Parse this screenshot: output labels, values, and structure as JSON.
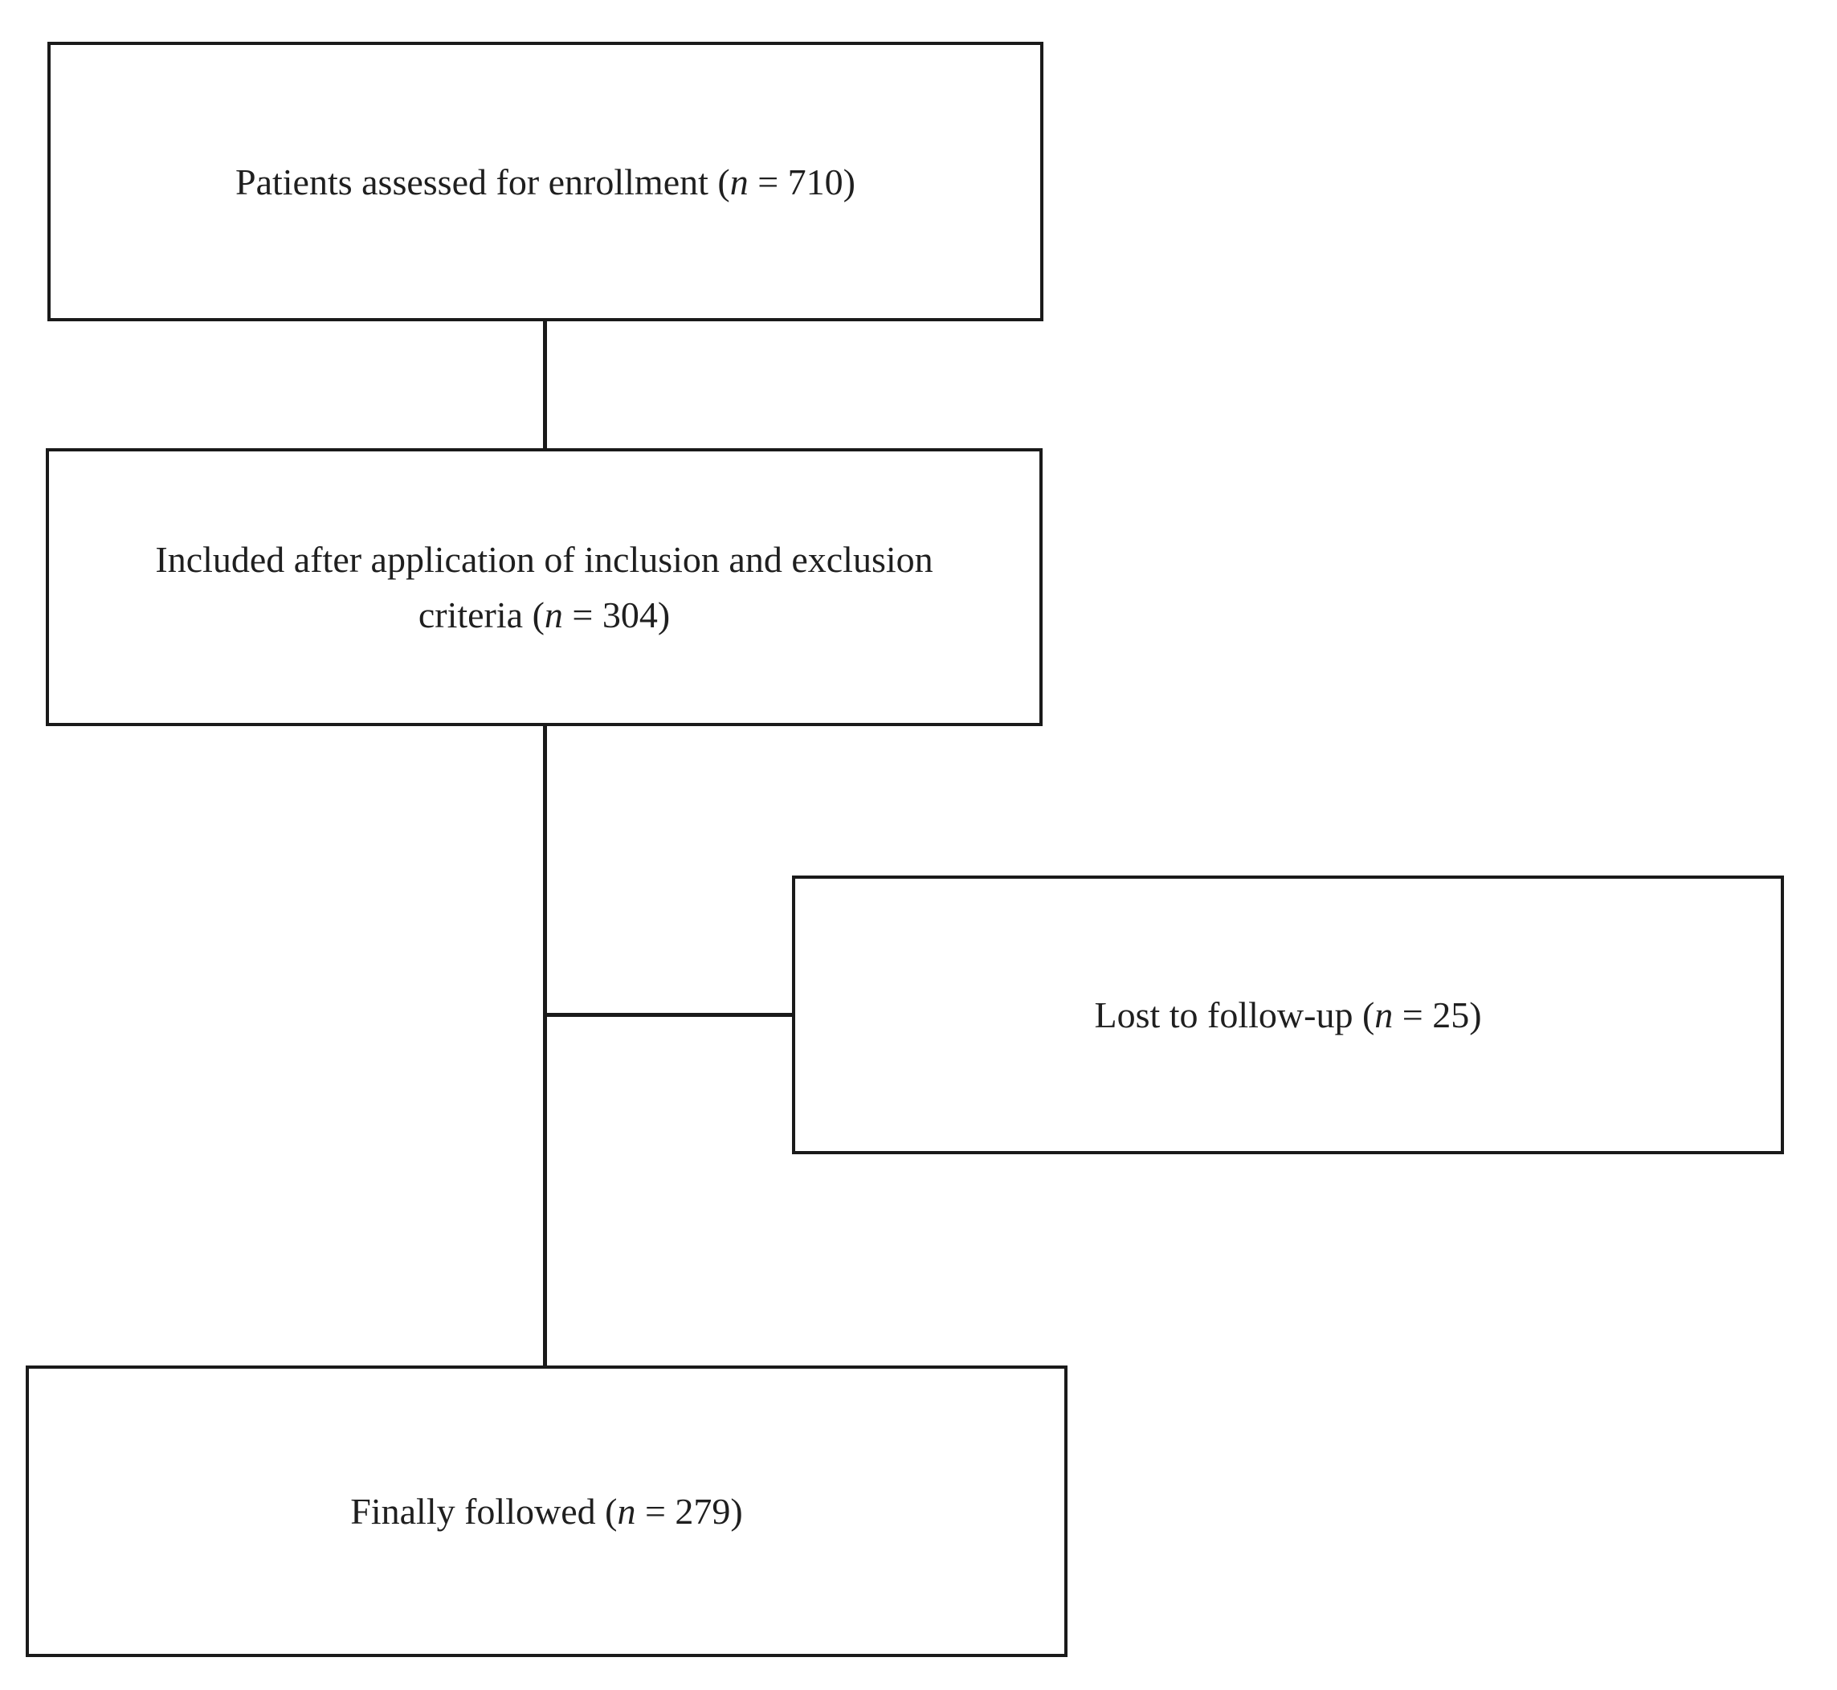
{
  "figure": {
    "type": "flowchart",
    "description": "Patient enrollment flow diagram",
    "colors": {
      "background": "#ffffff",
      "border": "#1a1a1a",
      "text": "#1f1f1f"
    }
  },
  "boxes": [
    {
      "id": "assessed",
      "text": "Patients assessed for enrollment (n = 710)",
      "n_value": 710,
      "lines": [
        [
          {
            "text": "Patients assessed for enrollment ("
          },
          {
            "text": "n",
            "italic": true
          },
          {
            "text": " = 710)"
          }
        ]
      ]
    },
    {
      "id": "included",
      "text": "Included after application of inclusion and exclusion criteria (n = 304)",
      "n_value": 304,
      "lines": [
        [
          {
            "text": "Included after application of inclusion and exclusion"
          }
        ],
        [
          {
            "text": "criteria ("
          },
          {
            "text": "n",
            "italic": true
          },
          {
            "text": " = 304)"
          }
        ]
      ]
    },
    {
      "id": "lost",
      "text": "Lost to follow-up (n = 25)",
      "n_value": 25,
      "lines": [
        [
          {
            "text": "Lost to follow-up ("
          },
          {
            "text": "n",
            "italic": true
          },
          {
            "text": " = 25)"
          }
        ]
      ]
    },
    {
      "id": "followed",
      "text": "Finally followed (n = 279)",
      "n_value": 279,
      "lines": [
        [
          {
            "text": "Finally followed ("
          },
          {
            "text": "n",
            "italic": true
          },
          {
            "text": " = 279)"
          }
        ]
      ]
    }
  ]
}
